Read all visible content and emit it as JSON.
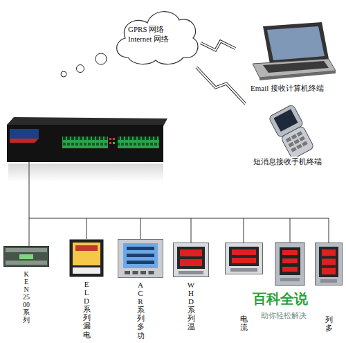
{
  "diagram": {
    "nodes": [
      {
        "text": [
          "GPRS 网络 Internet 网络"
        ]
      },
      {
        "text": [
          "Email 接收计算机终端"
        ]
      },
      {
        "text": [
          "短消息接收手机终端"
        ]
      },
      {
        "text": [
          "KEN2500系列"
        ]
      },
      {
        "text": [
          "ELD系列漏电"
        ]
      },
      {
        "text": [
          "ACR系列多功"
        ]
      },
      {
        "text": [
          "WHD系列温"
        ]
      },
      {
        "text": [
          "电流"
        ]
      },
      {
        "text": [
          "列多"
        ]
      }
    ],
    "edges": [
      {
        "from": 0,
        "to": 1,
        "arrow": "none"
      },
      {
        "from": 0,
        "to": 2,
        "arrow": "none"
      }
    ],
    "labels": [
      "百科全说",
      "助你轻松解决"
    ]
  }
}
